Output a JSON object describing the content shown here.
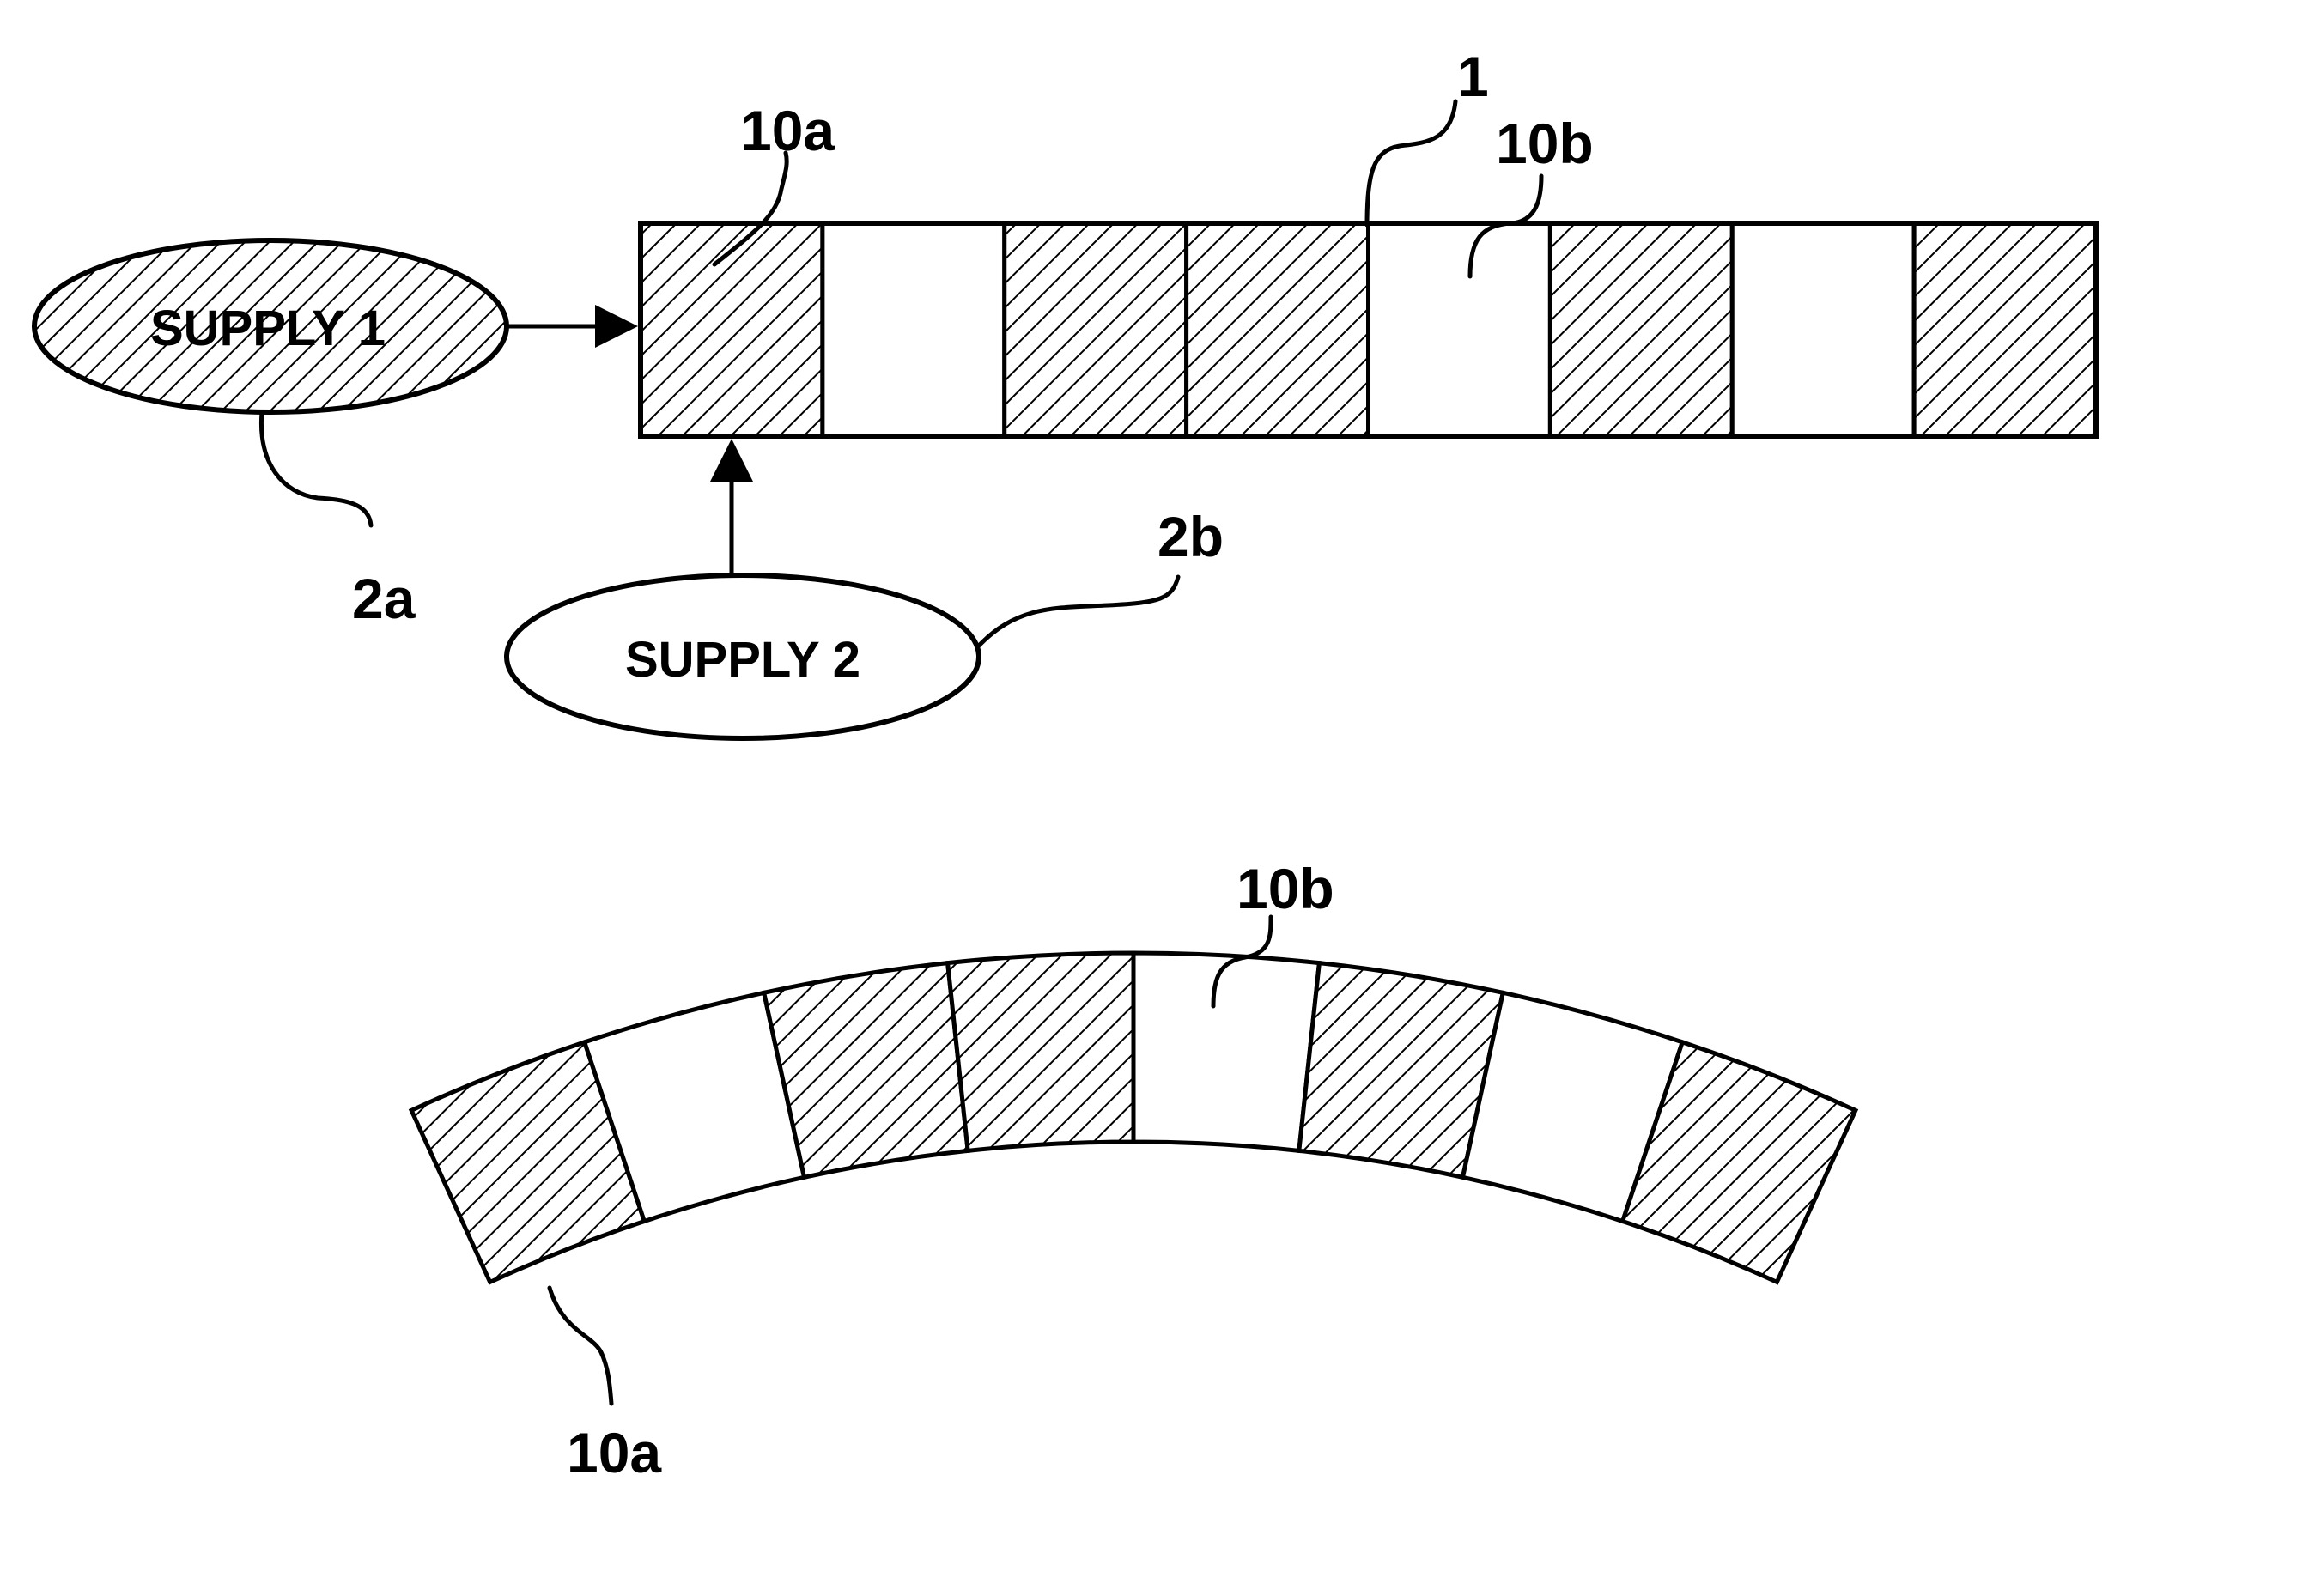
{
  "figure": {
    "supply1": {
      "label": "SUPPLY 1",
      "ref": "2a"
    },
    "supply2": {
      "label": "SUPPLY 2",
      "ref": "2b"
    },
    "strip": {
      "ref": "1",
      "segment_ref_a": "10a",
      "segment_ref_b": "10b",
      "pattern": [
        "a",
        "b",
        "a",
        "a",
        "b",
        "a",
        "b",
        "a"
      ]
    },
    "arc": {
      "segment_ref_a": "10a",
      "segment_ref_b": "10b",
      "pattern": [
        "a",
        "b",
        "a",
        "a",
        "b",
        "a",
        "b",
        "a"
      ]
    },
    "colors": {
      "ink": "#000000",
      "paper": "#ffffff"
    }
  }
}
